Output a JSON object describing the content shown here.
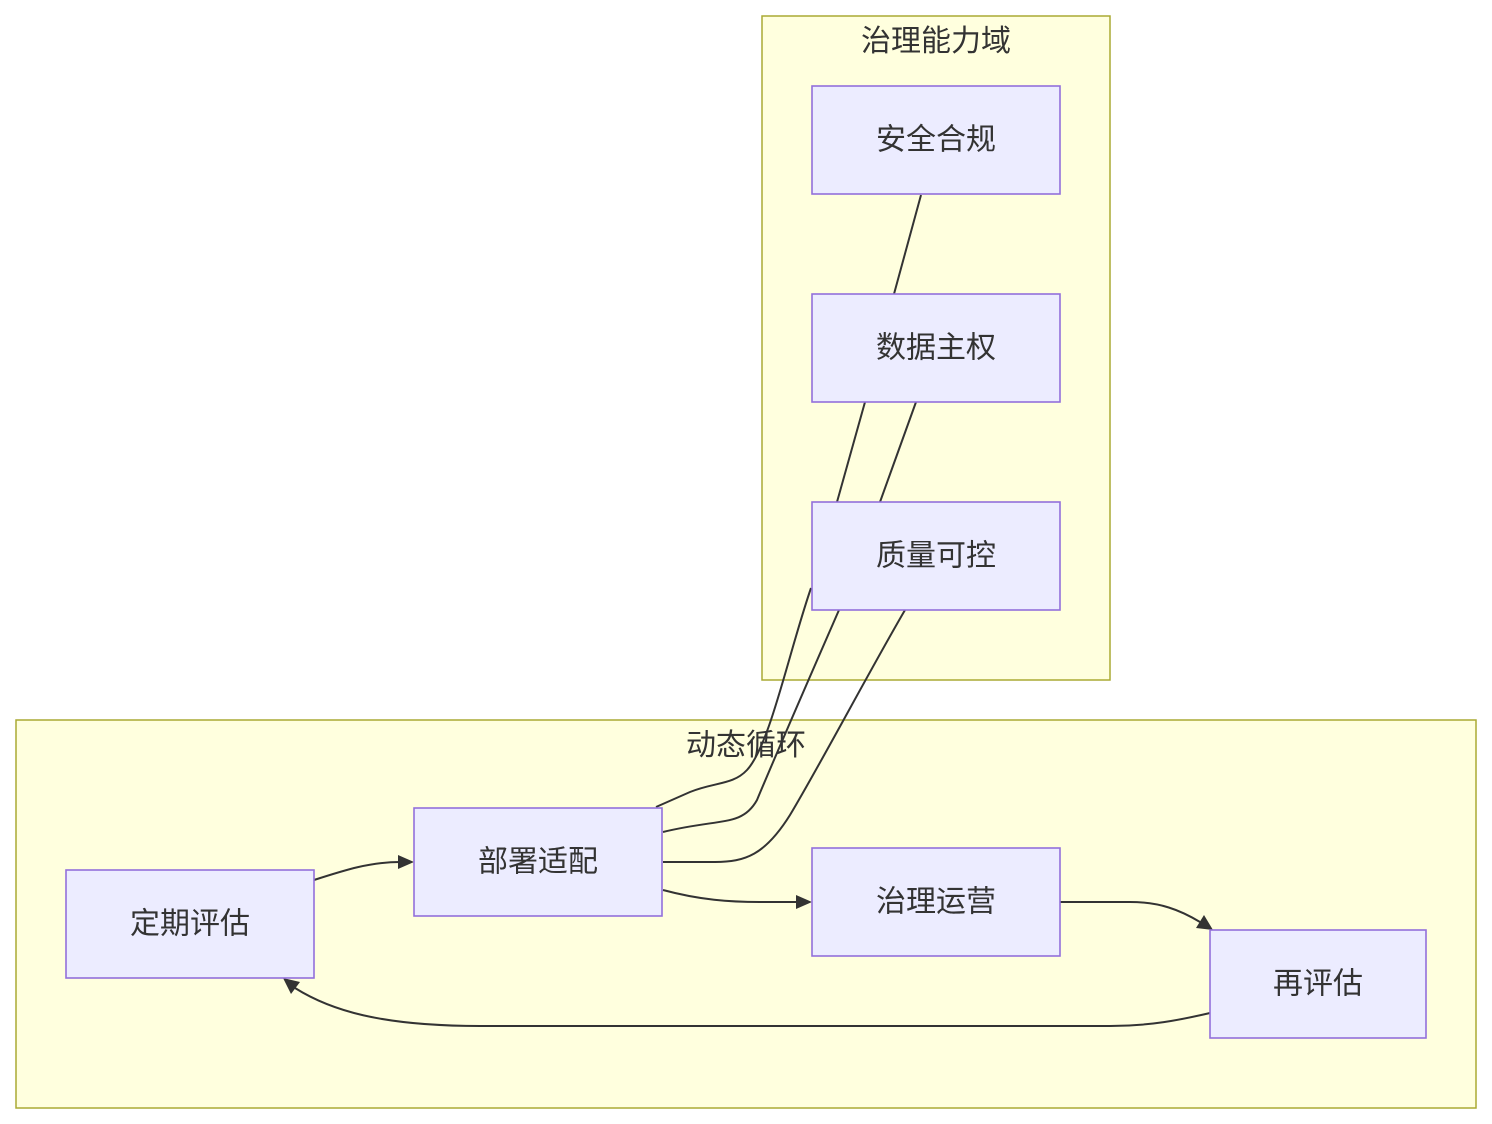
{
  "clusters": {
    "governance": {
      "label": "治理能力域"
    },
    "cycle": {
      "label": "动态循环"
    }
  },
  "nodes": {
    "security": {
      "label": "安全合规"
    },
    "sovereignty": {
      "label": "数据主权"
    },
    "quality": {
      "label": "质量可控"
    },
    "periodic_eval": {
      "label": "定期评估"
    },
    "deploy": {
      "label": "部署适配"
    },
    "operations": {
      "label": "治理运营"
    },
    "reeval": {
      "label": "再评估"
    }
  },
  "colors": {
    "cluster_fill": "#ffffde",
    "cluster_stroke": "#aaaa33",
    "node_fill": "#ececff",
    "node_stroke": "#9370db",
    "edge": "#333333",
    "text": "#333333"
  }
}
